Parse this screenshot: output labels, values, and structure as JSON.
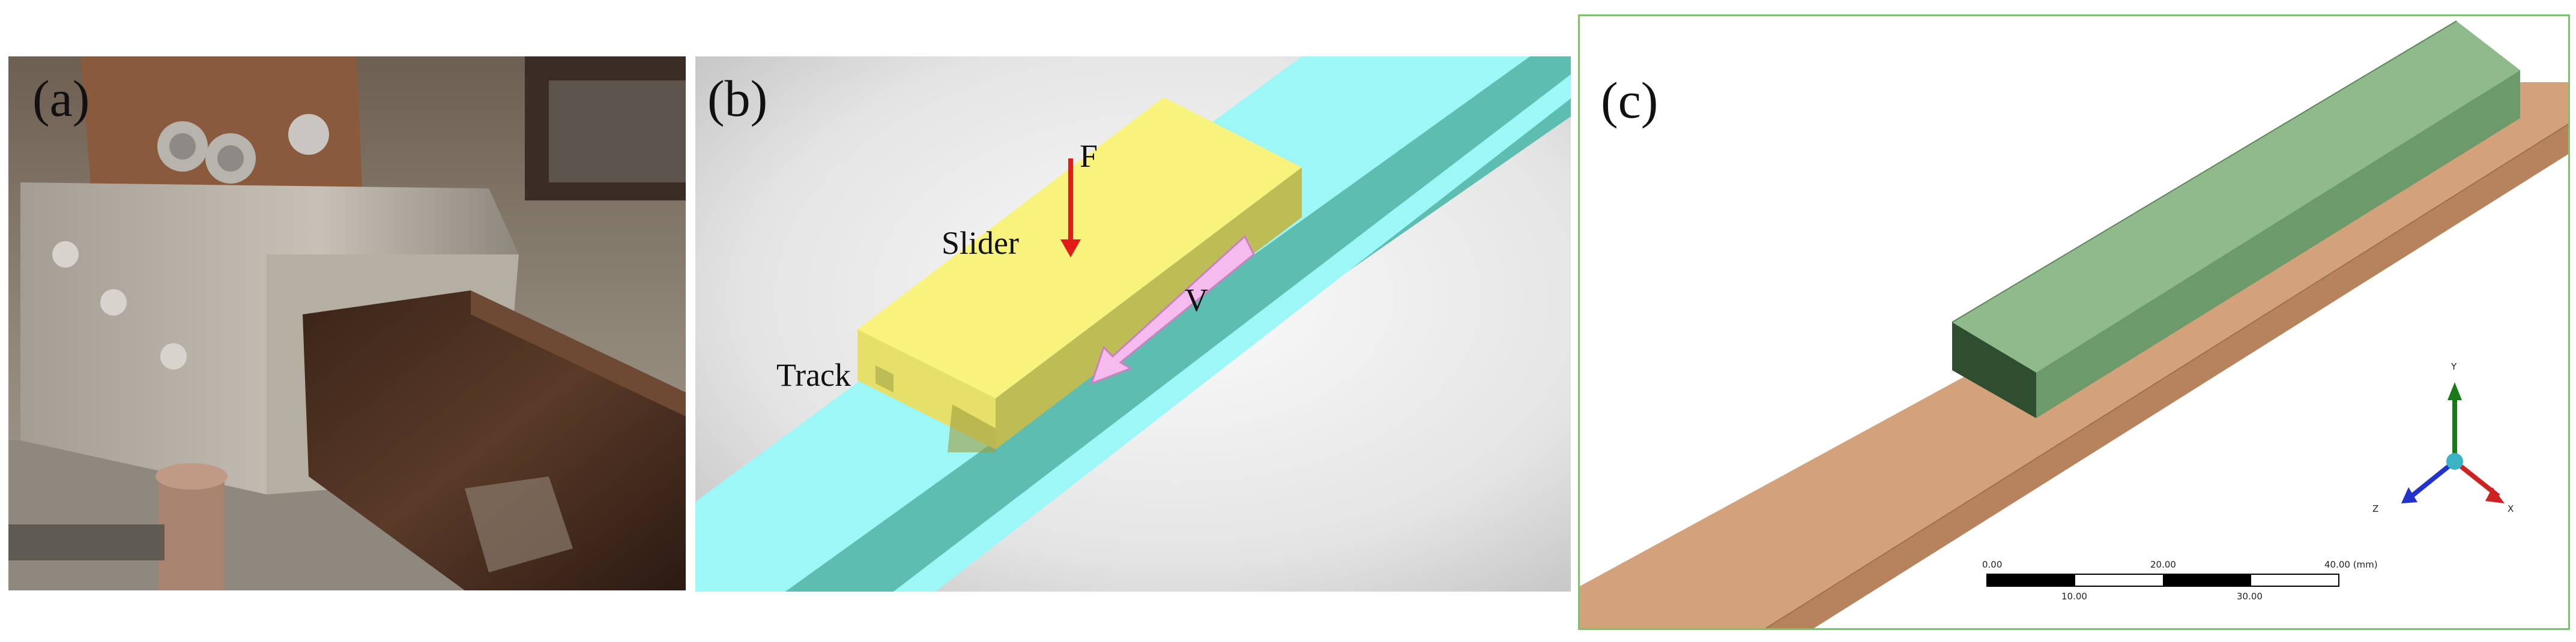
{
  "panels": {
    "a": {
      "label": "(a)"
    },
    "b": {
      "label": "(b)",
      "slider": "Slider",
      "track": "Track",
      "force": "F",
      "velocity": "V"
    },
    "c": {
      "label": "(c)",
      "triad": {
        "y": "Y",
        "z": "Z",
        "x": "X"
      },
      "scalebar": {
        "top": [
          "0.00",
          "20.00",
          "40.00 (mm)"
        ],
        "bottom": [
          "10.00",
          "30.00"
        ]
      }
    }
  },
  "colors": {
    "cyan_track": "#9ef7f7",
    "teal_track": "#5cbdb0",
    "slider_yellow": "#f7f37d",
    "pink_arrow": "#f5bbee",
    "force_red": "#e41b1b",
    "green_block": "#8fbb8c",
    "copper_rail": "#c8966c"
  }
}
